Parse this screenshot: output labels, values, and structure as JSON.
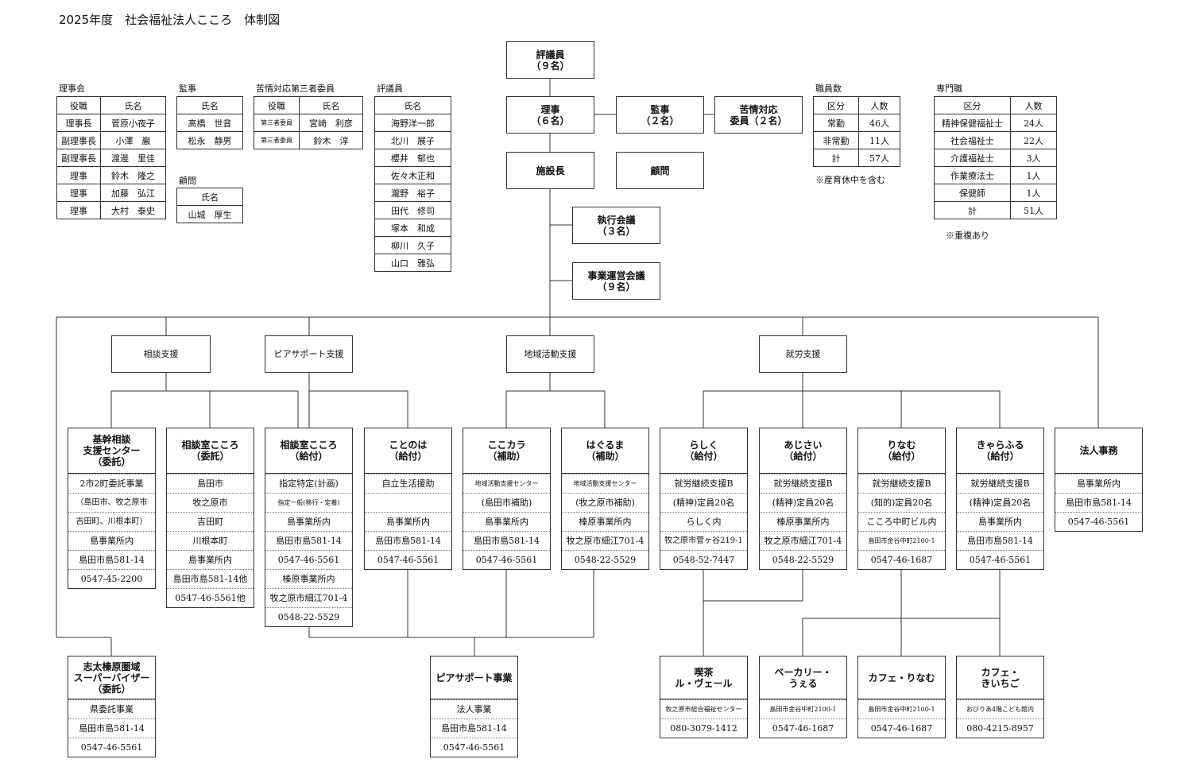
{
  "title": "2025年度　社会福祉法人こころ　体制図",
  "board": {
    "label": "理事会",
    "headers": [
      "役職",
      "氏名"
    ],
    "rows": [
      [
        "理事長",
        "菅原小夜子"
      ],
      [
        "副理事長",
        "小澤　巌"
      ],
      [
        "副理事長",
        "渡邊　里佳"
      ],
      [
        "理事",
        "鈴木　隆之"
      ],
      [
        "理事",
        "加藤　弘江"
      ],
      [
        "理事",
        "大村　泰史"
      ]
    ]
  },
  "auditors": {
    "label": "監事",
    "header": "氏名",
    "rows": [
      "高橋　世音",
      "松永　静男"
    ]
  },
  "advisor": {
    "label": "顧問",
    "header": "氏名",
    "rows": [
      "山城　厚生"
    ]
  },
  "complaint_committee": {
    "label": "苦情対応第三者委員",
    "headers": [
      "役職",
      "氏名"
    ],
    "rows": [
      [
        "第三者委員",
        "宮崎　利彦"
      ],
      [
        "第三者委員",
        "鈴木　淳"
      ]
    ]
  },
  "councilors": {
    "label": "評議員",
    "header": "氏名",
    "rows": [
      "海野洋一郎",
      "北川　展子",
      "櫻井　郁也",
      "佐々木正和",
      "瀧野　裕子",
      "田代　修司",
      "塚本　和成",
      "柳川　久子",
      "山口　雅弘"
    ]
  },
  "staff_count": {
    "label": "職員数",
    "headers": [
      "区分",
      "人数"
    ],
    "rows": [
      [
        "常勤",
        "46人"
      ],
      [
        "非常勤",
        "11人"
      ],
      [
        "計",
        "57人"
      ]
    ],
    "note": "※産育休中を含む"
  },
  "specialists": {
    "label": "専門職",
    "headers": [
      "区分",
      "人数"
    ],
    "rows": [
      [
        "精神保健福祉士",
        "24人"
      ],
      [
        "社会福祉士",
        "22人"
      ],
      [
        "介護福祉士",
        "3人"
      ],
      [
        "作業療法士",
        "1人"
      ],
      [
        "保健師",
        "1人"
      ],
      [
        "計",
        "51人"
      ]
    ],
    "note": "※重複あり"
  },
  "org": {
    "councilors": "評議員\n（９名）",
    "directors": "理事\n（６名）",
    "auditors": "監事\n（２名）",
    "complaints": "苦情対応\n委員（２名）",
    "facility_head": "施設長",
    "advisor": "顧問",
    "exec_meeting": "執行会議\n（３名）",
    "ops_meeting": "事業運営会議\n（９名）"
  },
  "categories": {
    "consult": "相談支援",
    "peer": "ピアサポート支援",
    "community": "地域活動支援",
    "employment": "就労支援"
  },
  "units": [
    {
      "title": "基幹相談\n支援センター\n（委託）",
      "rows": [
        "2市2町委託事業",
        "（島田市、牧之原市",
        "吉田町、川根本町）",
        "島事業所内",
        "島田市島581-14",
        "0547-45-2200"
      ]
    },
    {
      "title": "相談室こころ\n（委託）",
      "rows": [
        "島田市",
        "牧之原市",
        "吉田町",
        "川根本町",
        "島事業所内",
        "島田市島581-14他",
        "0547-46-5561他"
      ]
    },
    {
      "title": "相談室こころ\n（給付）",
      "rows": [
        "指定特定(計画)",
        "指定一般(移行・定着)",
        "島事業所内",
        "島田市島581-14",
        "0547-46-5561",
        "榛原事業所内",
        "牧之原市細江701-4",
        "0548-22-5529"
      ]
    },
    {
      "title": "ことのは\n（給付）",
      "rows": [
        "自立生活援助",
        "",
        "島事業所内",
        "島田市島581-14",
        "0547-46-5561"
      ]
    },
    {
      "title": "ここカラ\n（補助）",
      "rows": [
        "地域活動支援センター",
        "(島田市補助)",
        "島事業所内",
        "島田市島581-14",
        "0547-46-5561"
      ]
    },
    {
      "title": "はぐるま\n（補助）",
      "rows": [
        "地域活動支援センター",
        "(牧之原市補助)",
        "榛原事業所内",
        "牧之原市細江701-4",
        "0548-22-5529"
      ]
    },
    {
      "title": "らしく\n（給付）",
      "rows": [
        "就労継続支援B",
        "(精神)定員20名",
        "らしく内",
        "牧之原市菅ヶ谷219-1",
        "0548-52-7447"
      ]
    },
    {
      "title": "あじさい\n（給付）",
      "rows": [
        "就労継続支援B",
        "(精神)定員20名",
        "榛原事業所内",
        "牧之原市細江701-4",
        "0548-22-5529"
      ]
    },
    {
      "title": "りなむ\n（給付）",
      "rows": [
        "就労継続支援B",
        "(知的)定員20名",
        "こころ中町ビル内",
        "島田市金谷中町2100-1",
        "0547-46-1687"
      ]
    },
    {
      "title": "きゃらふる\n（給付）",
      "rows": [
        "就労継続支援B",
        "(精神)定員20名",
        "島事業所内",
        "島田市島581-14",
        "0547-46-5561"
      ]
    },
    {
      "title": "法人事務",
      "rows": [
        "島事業所内",
        "島田市島581-14",
        "0547-46-5561"
      ]
    },
    {
      "title": "志太榛原圏域\nスーパーバイザー\n（委託）",
      "rows": [
        "県委託事業",
        "島田市島581-14",
        "0547-46-5561"
      ]
    },
    {
      "title": "ピアサポート事業",
      "rows": [
        "法人事業",
        "島田市島581-14",
        "0547-46-5561"
      ]
    },
    {
      "title": "喫茶\nル・ヴェール",
      "rows": [
        "牧之原市総合福祉センター",
        "080-3079-1412"
      ]
    },
    {
      "title": "ベーカリー・\nうぇる",
      "rows": [
        "島田市金谷中町2100-1",
        "0547-46-1687"
      ]
    },
    {
      "title": "カフェ・りなむ",
      "rows": [
        "島田市金谷中町2100-1",
        "0547-46-1687"
      ]
    },
    {
      "title": "カフェ・\nきいちご",
      "rows": [
        "おびりあ4階こども館内",
        "080-4215-8957"
      ]
    }
  ]
}
